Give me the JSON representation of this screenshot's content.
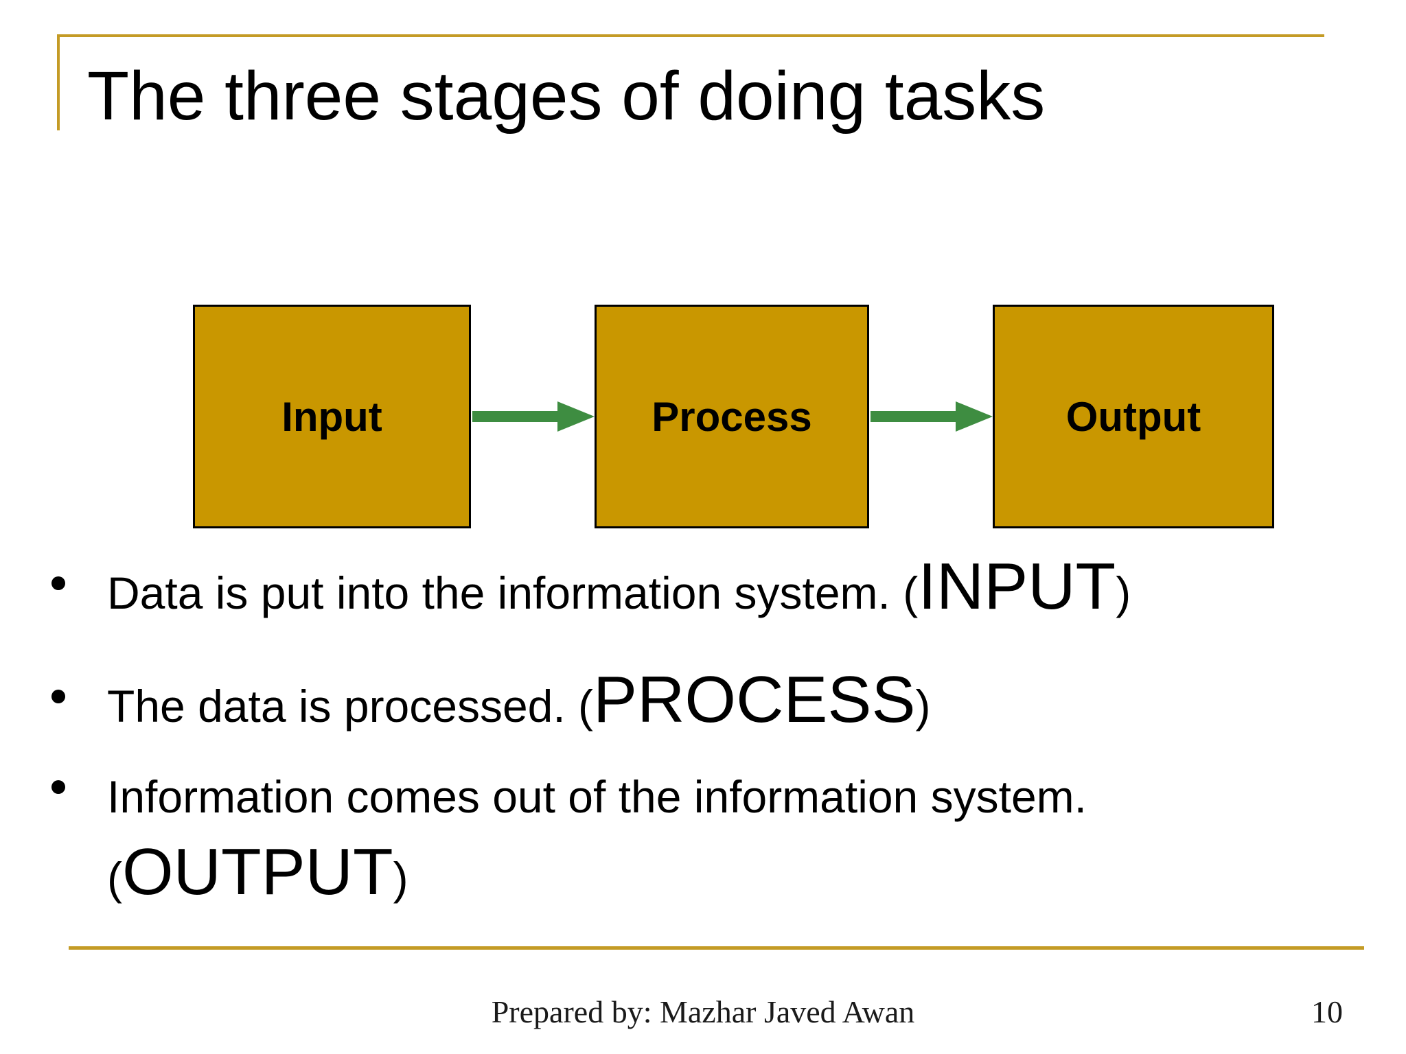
{
  "colors": {
    "background": "#FFFFFF",
    "gold-line": "#C49B25",
    "box-fill": "#C99700",
    "box-border": "#000000",
    "arrow-green": "#3E8D41",
    "text": "#000000",
    "footer-text": "#1A1A1A"
  },
  "slide": {
    "title": "The three stages of doing tasks",
    "diagram": {
      "boxes": [
        {
          "label": "Input"
        },
        {
          "label": "Process"
        },
        {
          "label": "Output"
        }
      ]
    },
    "bullets": [
      {
        "lead": "Data is put into the information system. ",
        "paren_open": "(",
        "keyword": "INPUT",
        "paren_close": ")"
      },
      {
        "lead": "The data is processed. ",
        "paren_open": "(",
        "keyword": "PROCESS",
        "paren_close": ")"
      },
      {
        "lead": "Information comes out of the information system. ",
        "paren_open": "(",
        "keyword": "OUTPUT",
        "paren_close": ")"
      }
    ],
    "footer": {
      "prepared_by": "Prepared by: Mazhar Javed Awan",
      "page_number": "10"
    }
  }
}
